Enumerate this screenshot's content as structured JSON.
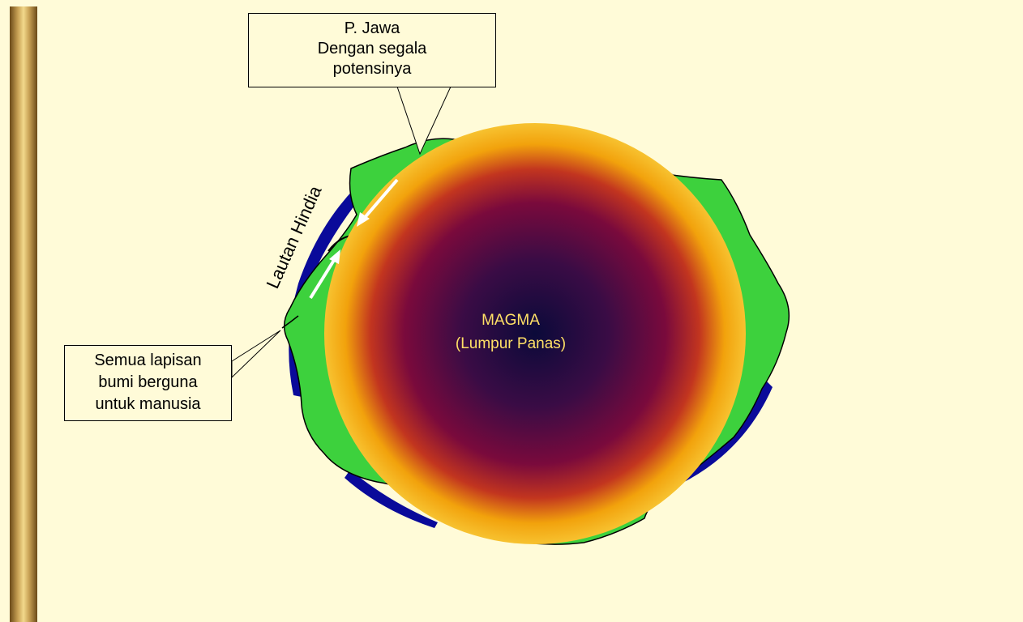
{
  "callout_top": {
    "lines": [
      "P. Jawa",
      "Dengan segala",
      "potensinya"
    ]
  },
  "callout_left": {
    "lines": [
      "Semua lapisan",
      "bumi  berguna",
      "untuk manusia"
    ]
  },
  "ocean_label": "Lautan Hindia",
  "core": {
    "title": "MAGMA",
    "subtitle": "(Lumpur Panas)"
  },
  "colors": {
    "background": "#fffbd8",
    "crust": "#3dd13d",
    "ocean": "#0a0a9a",
    "core_center": "#0b0a3a",
    "core_mid": "#7a0a3c",
    "core_edge": "#f2a20c",
    "core_text": "#ffe066",
    "arrows": "#ffffff"
  }
}
